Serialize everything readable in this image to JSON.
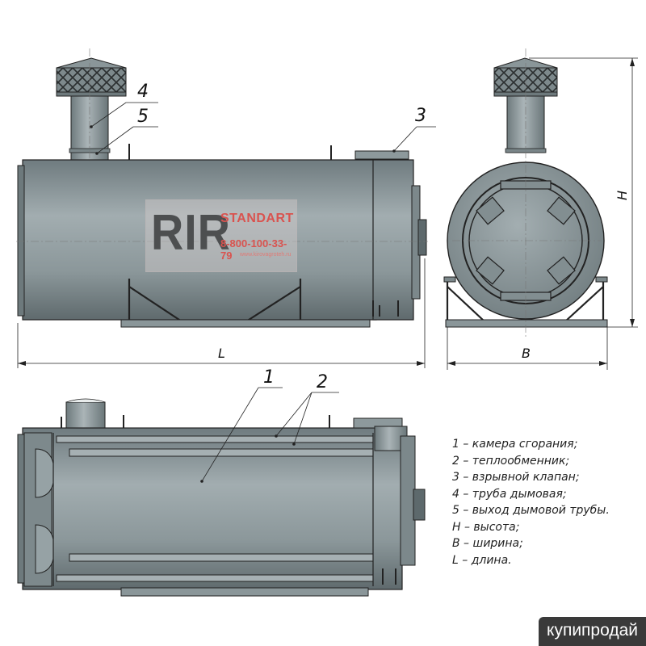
{
  "callouts": {
    "side_view": {
      "n4": "4",
      "n5": "5",
      "n3": "3"
    },
    "top_view": {
      "n1": "1",
      "n2": "2"
    }
  },
  "dimensions": {
    "length": "L",
    "width": "B",
    "height": "H"
  },
  "legend": [
    "1 – камера сгорания;",
    "2 – теплообменник;",
    "3 – взрывной клапан;",
    "4 – труба дымовая;",
    "5 – выход дымовой трубы.",
    "H – высота;",
    "B – ширина;",
    "L – длина."
  ],
  "watermark": {
    "brand": "RIR",
    "sub": "STANDART",
    "phone": "8-800-100-33-79",
    "site": "www.kirovagroteh.ru"
  },
  "badge": "купипродай",
  "colors": {
    "body_fill": "#8e9b9e",
    "body_dark": "#6d7a7d",
    "accent_red": "#d9534f",
    "badge_bg": "#3a3a3a"
  }
}
